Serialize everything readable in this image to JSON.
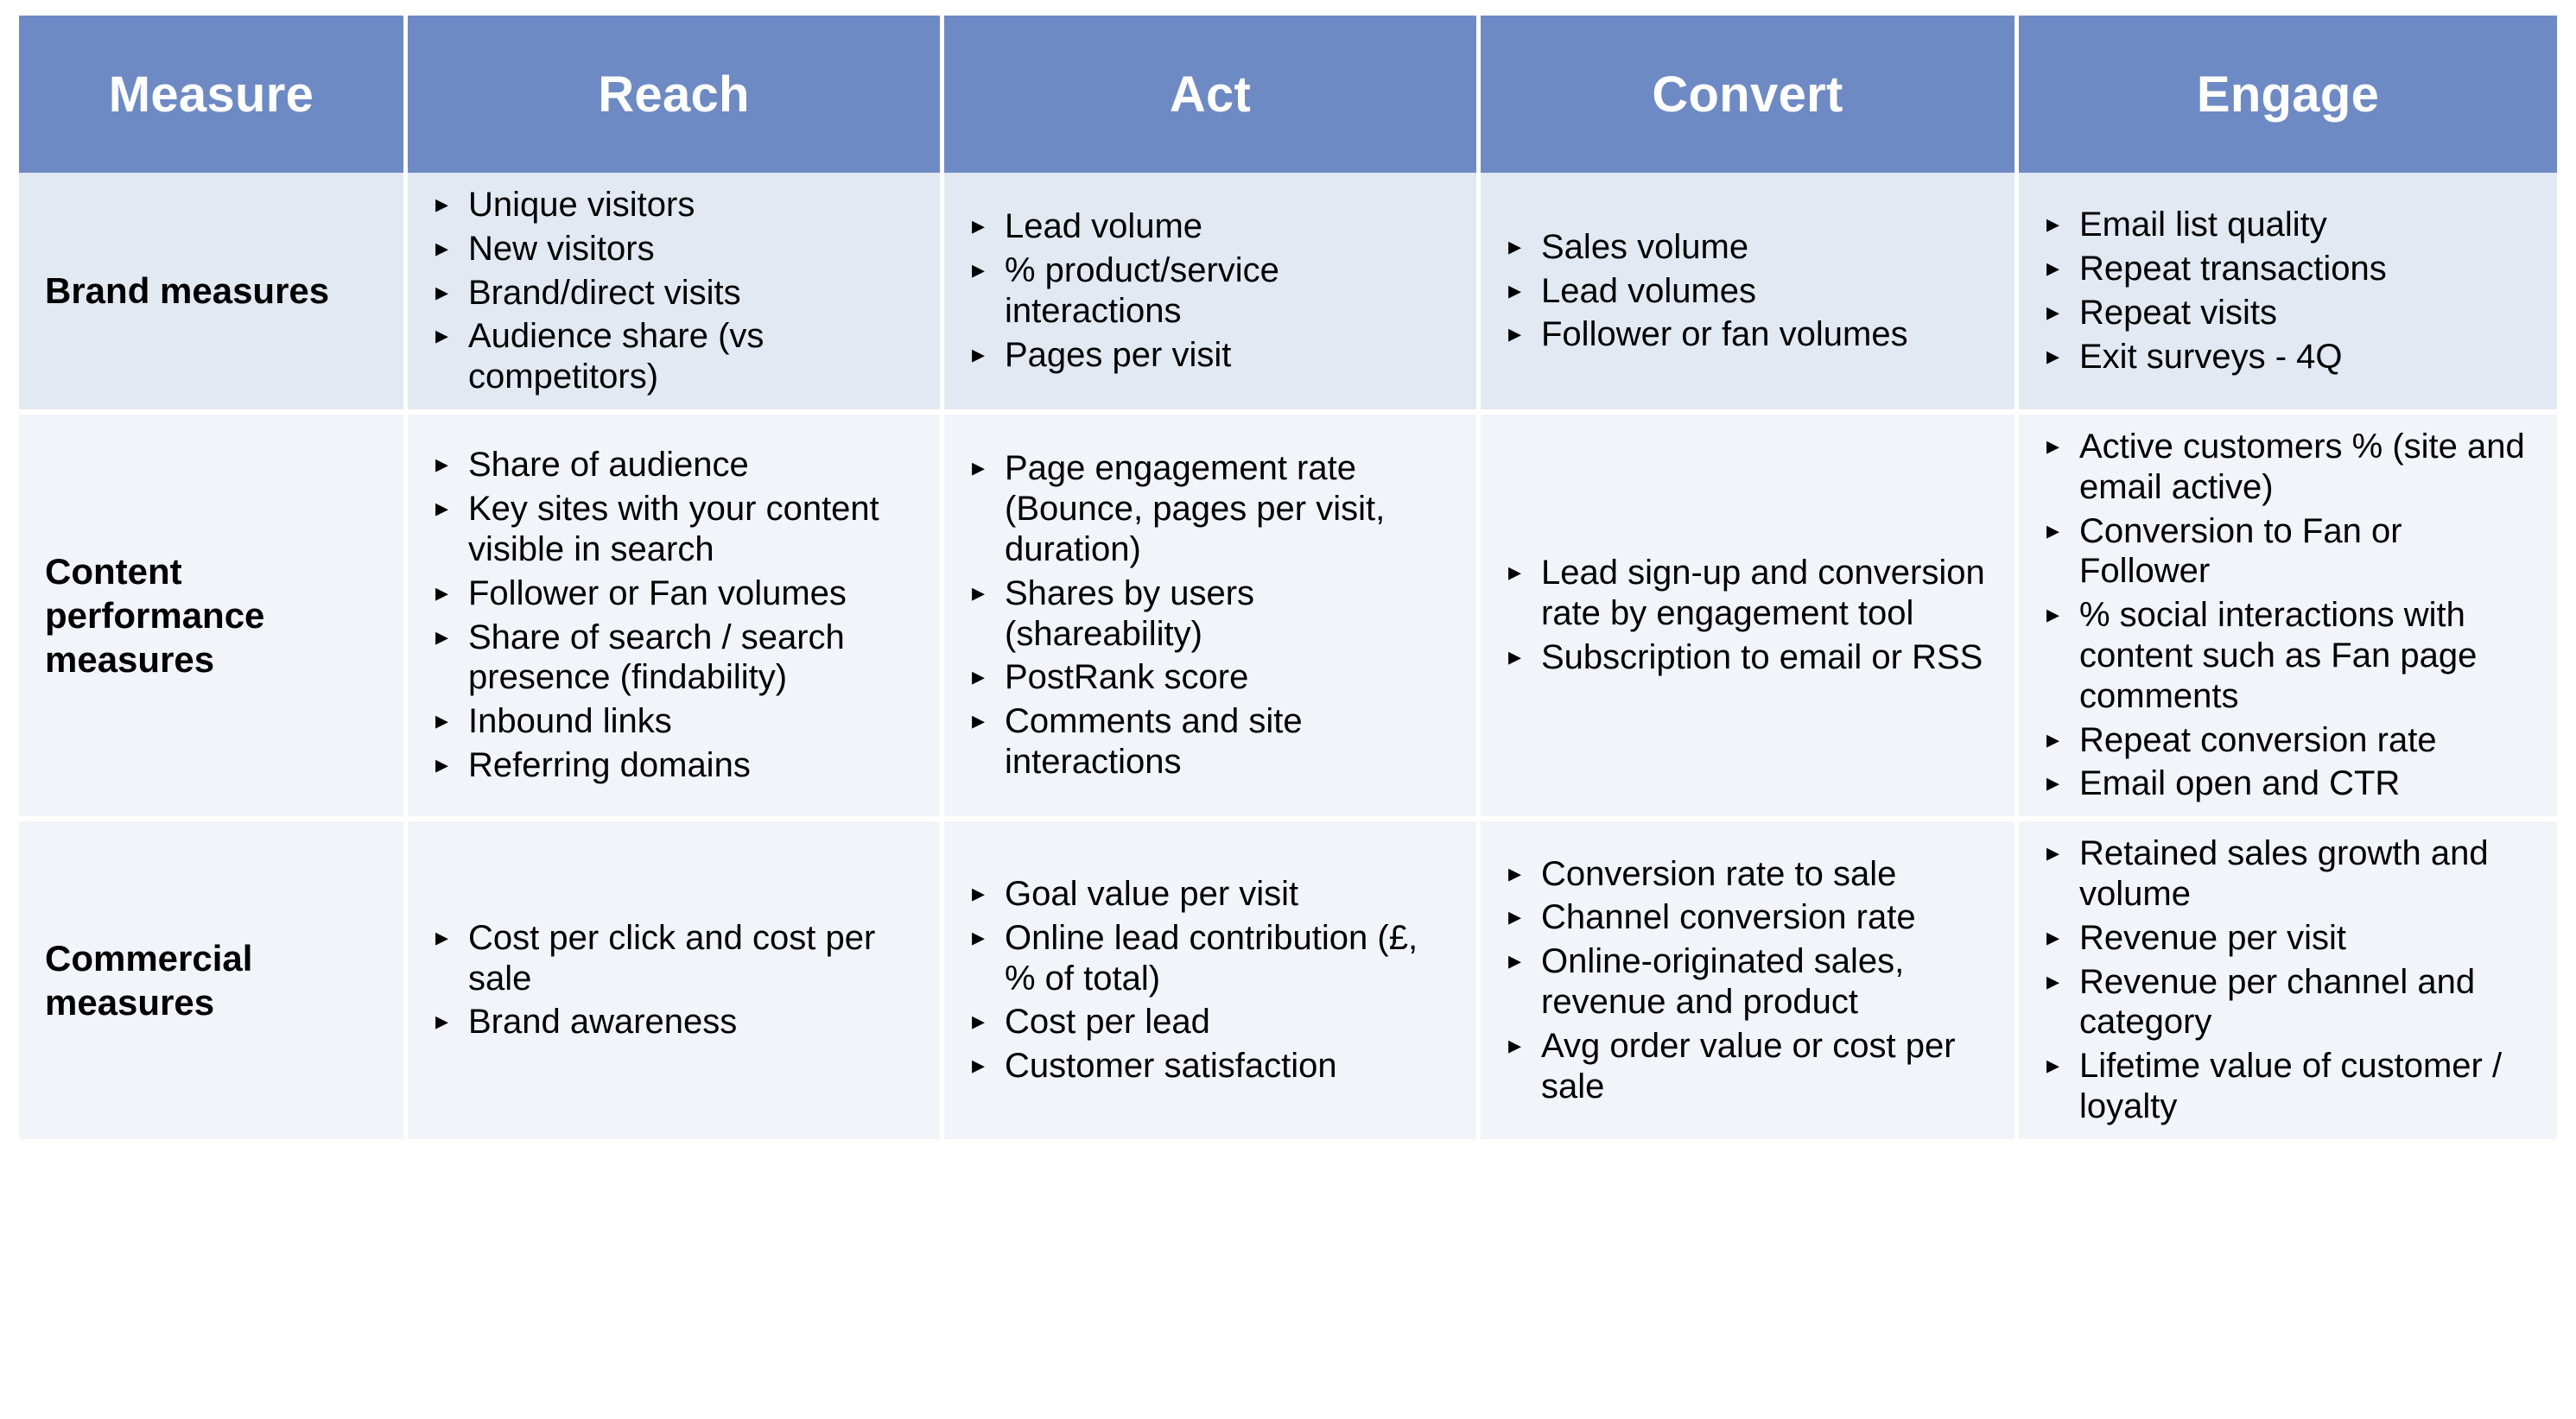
{
  "table": {
    "headers": [
      {
        "label": "Measure"
      },
      {
        "label": "Reach"
      },
      {
        "label": "Act"
      },
      {
        "label": "Convert"
      },
      {
        "label": "Engage"
      }
    ],
    "bullet_glyph": "▸",
    "colors": {
      "header_background": "#6e8ac4",
      "header_text": "#ffffff",
      "row1_background": "#e3e9f3",
      "row2_background": "#f1f4f9",
      "row3_background": "#f1f4f9",
      "grid_line": "#ffffff",
      "body_text": "#000000"
    },
    "rows": [
      {
        "label": "Brand measures",
        "reach": [
          "Unique visitors",
          "New visitors",
          "Brand/direct visits",
          "Audience share (vs competitors)"
        ],
        "act": [
          "Lead volume",
          "% product/service interactions",
          "Pages per visit"
        ],
        "convert": [
          "Sales volume",
          "Lead volumes",
          "Follower or fan volumes"
        ],
        "engage": [
          "Email list quality",
          "Repeat transactions",
          "Repeat visits",
          "Exit surveys - 4Q"
        ]
      },
      {
        "label": "Content performance measures",
        "reach": [
          "Share of audience",
          "Key sites with your content visible in search",
          "Follower or Fan volumes",
          "Share of search / search presence (findability)",
          "Inbound links",
          "Referring domains"
        ],
        "act": [
          "Page engagement rate (Bounce, pages per visit, duration)",
          "Shares by users (shareability)",
          "PostRank score",
          "Comments and site interactions"
        ],
        "convert": [
          "Lead sign-up and conversion rate by engagement tool",
          "Subscription to email or RSS"
        ],
        "engage": [
          "Active customers % (site and email active)",
          "Conversion to Fan or Follower",
          "% social interactions with content such as Fan page comments",
          "Repeat conversion rate",
          "Email open and CTR"
        ]
      },
      {
        "label": "Commercial measures",
        "reach": [
          "Cost per click and cost per sale",
          "Brand awareness"
        ],
        "act": [
          "Goal value per visit",
          "Online lead contribution (£, % of total)",
          "Cost per lead",
          "Customer satisfaction"
        ],
        "convert": [
          "Conversion rate to sale",
          "Channel conversion rate",
          "Online-originated sales, revenue and product",
          "Avg order value or cost per sale"
        ],
        "engage": [
          "Retained sales growth and volume",
          "Revenue per visit",
          "Revenue per channel and category",
          "Lifetime value of customer / loyalty"
        ]
      }
    ]
  }
}
